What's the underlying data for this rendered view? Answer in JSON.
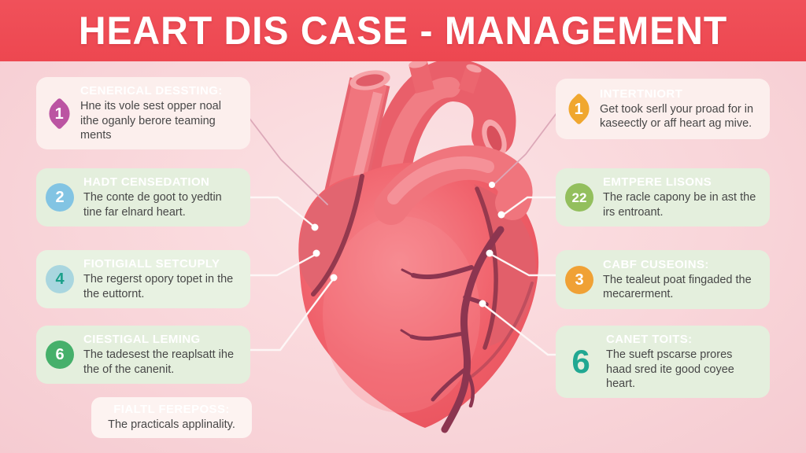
{
  "header": {
    "title": "HEART DIS CASE - MANAGEMENT",
    "bg_color": "#ee4a52",
    "text_color": "#ffffff"
  },
  "left_items": [
    {
      "num": "1",
      "badge_shape": "marquise",
      "badge_color": "#bb54a2",
      "title": "CENERICAL DESSTING:",
      "body": "Hne its vole sest opper noal ithe oganly berore teaming ments",
      "box_bg": "#fcefed"
    },
    {
      "num": "2",
      "badge_shape": "circle",
      "badge_color": "#82c4e3",
      "title": "HADT CENSEDATION",
      "body": "The conte de goot to yedtin tine far elnard heart.",
      "box_bg": "#e4efdd"
    },
    {
      "num": "4",
      "badge_shape": "circle",
      "badge_color": "#a9d6df",
      "num_color": "#1ba089",
      "title": "FIOTIGIALL SETCUPLY",
      "body": "The regerst opory topet in the the euttornt.",
      "box_bg": "#e8f2e2"
    },
    {
      "num": "6",
      "badge_shape": "circle",
      "badge_color": "#46b06b",
      "title": "CIESTIGAL LEMING",
      "body": "The tadesest the reaplsatt ihe the of the canenit.",
      "box_bg": "#e4efdd"
    }
  ],
  "right_items": [
    {
      "num": "1",
      "badge_shape": "marquise",
      "badge_color": "#f0a72f",
      "title": "INTERTNIORT",
      "body": "Get took serll your proad for in kaseectly or aff heart ag mive.",
      "box_bg": "#fcefed"
    },
    {
      "num": "22",
      "badge_shape": "circle",
      "badge_color": "#93bf5d",
      "title": "EMTPERE LISONS",
      "body": "The racle capony be in ast the irs entroant.",
      "box_bg": "#e4efdd"
    },
    {
      "num": "3",
      "badge_shape": "circle",
      "badge_color": "#f0a135",
      "title": "CABF CUSEOINS:",
      "body": "The tealeut poat fingaded the mecarerment.",
      "box_bg": "#e4efdd"
    },
    {
      "num": "6",
      "badge_shape": "plain",
      "num_color": "#21a892",
      "title": "CANET TOITS:",
      "body": "The sueft pscarse prores haad sred ite good coyee heart.",
      "box_bg": "#e4efdd"
    }
  ],
  "footer_item": {
    "title": "FIALTL FEREPOSS:",
    "body": "The practicals applinality.",
    "box_bg": "#fdf3f1"
  },
  "illustration": {
    "subject": "anatomical-heart",
    "heart_color": "#ee5560",
    "vessel_color": "#ef747b",
    "coronary_artery_color": "#8c3550",
    "connector_line_color": "#ffffff"
  },
  "background_color": "#f9d6da"
}
